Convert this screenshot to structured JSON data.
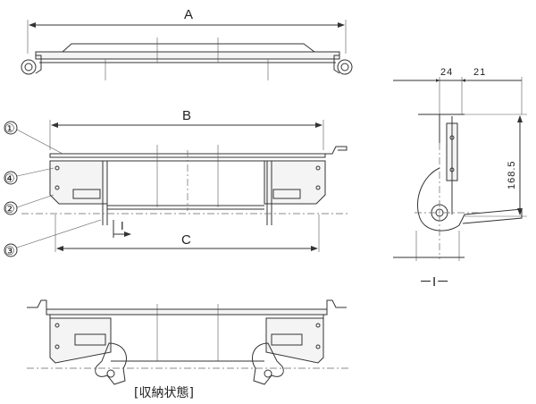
{
  "labels": {
    "dim_a": "A",
    "dim_b": "B",
    "dim_c": "C",
    "callout_1": "①",
    "callout_2": "②",
    "callout_3": "③",
    "callout_4": "④",
    "section_marker": "I",
    "dim_24": "24",
    "dim_21": "21",
    "dim_168_5": "168.5",
    "section_title": "－I－",
    "caption": "[収納状態]"
  }
}
